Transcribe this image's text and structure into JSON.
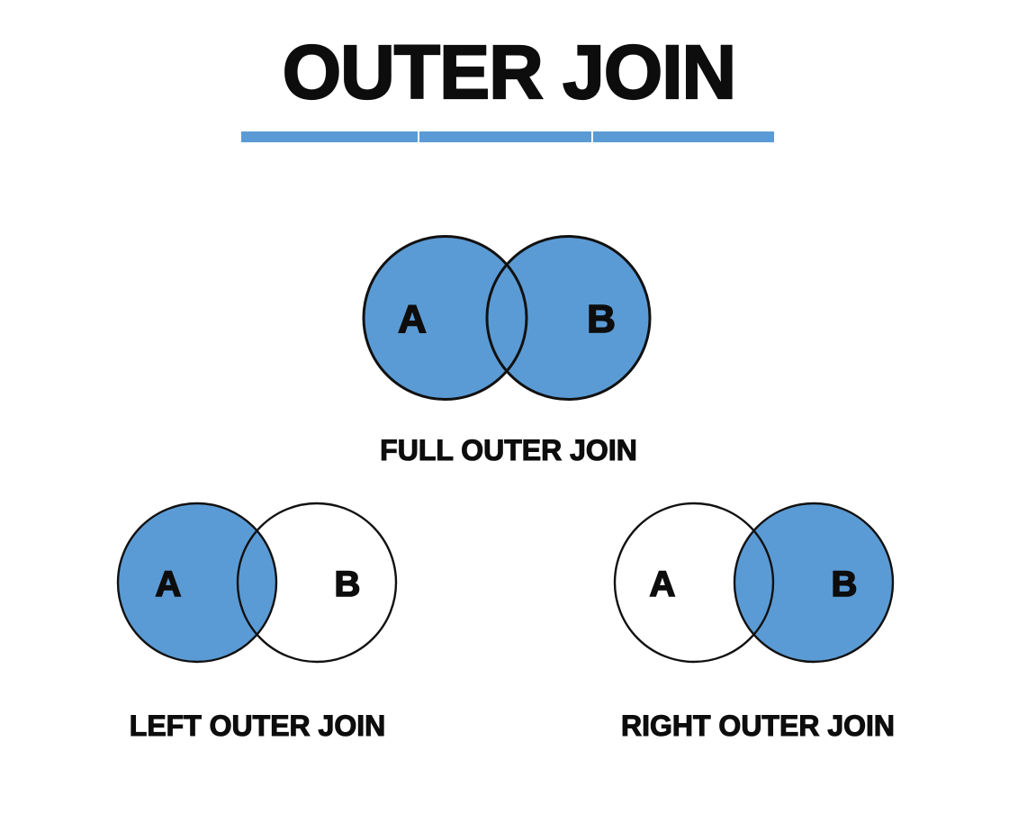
{
  "page": {
    "title": "OUTER JOIN",
    "background_color": "#ffffff",
    "accent_color": "#5b9bd5",
    "outline_color": "#111111",
    "text_color": "#0d0d0d"
  },
  "title_underline": {
    "segments": 3,
    "color": "#5b9bd5"
  },
  "diagrams": [
    {
      "id": "full-outer-join",
      "caption": "FULL OUTER JOIN",
      "left_label": "A",
      "right_label": "B",
      "fill_regions": "both-circles",
      "left_filled": true,
      "right_filled": true,
      "overlap_filled": true,
      "fill_color": "#5b9bd5"
    },
    {
      "id": "left-outer-join",
      "caption": "LEFT OUTER JOIN",
      "left_label": "A",
      "right_label": "B",
      "fill_regions": "left-circle-only",
      "left_filled": true,
      "right_filled": false,
      "overlap_filled": true,
      "fill_color": "#5b9bd5"
    },
    {
      "id": "right-outer-join",
      "caption": "RIGHT OUTER JOIN",
      "left_label": "A",
      "right_label": "B",
      "fill_regions": "right-circle-only",
      "left_filled": false,
      "right_filled": true,
      "overlap_filled": true,
      "fill_color": "#5b9bd5"
    }
  ]
}
